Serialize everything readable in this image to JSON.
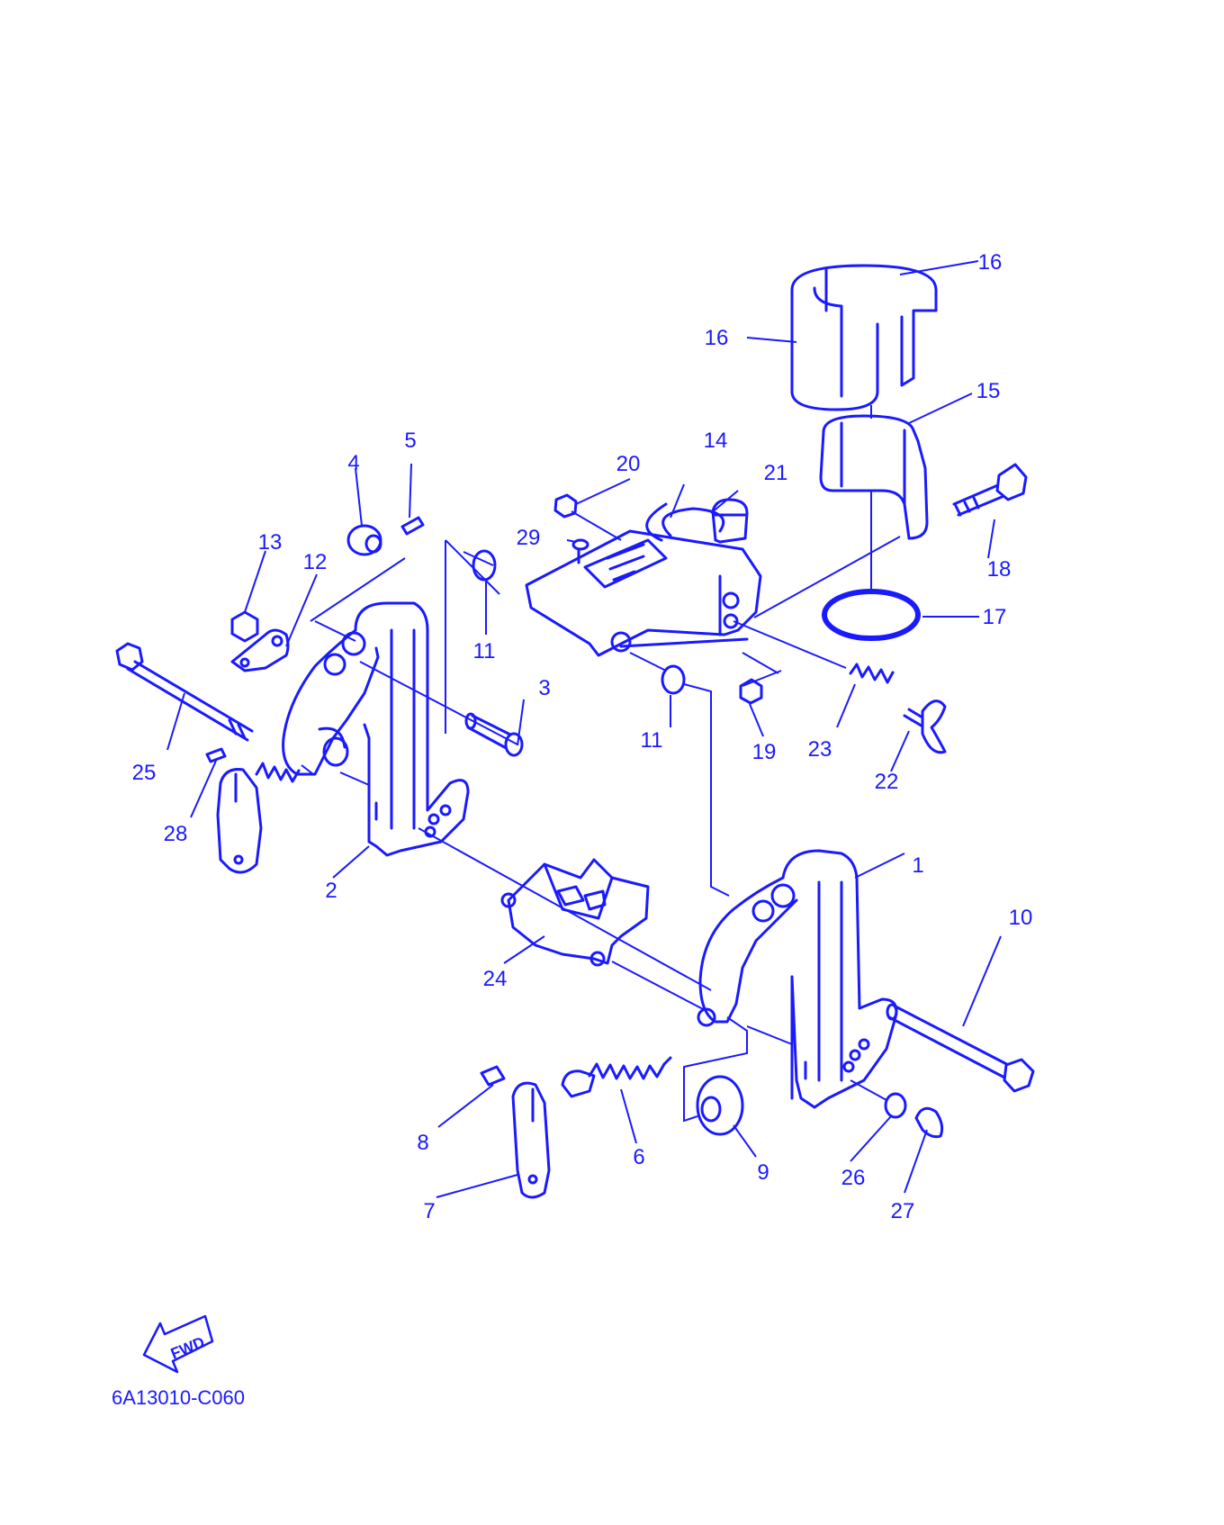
{
  "diagram": {
    "part_numbers": {
      "p1": "1",
      "p2": "2",
      "p3": "3",
      "p4": "4",
      "p5": "5",
      "p6": "6",
      "p7": "7",
      "p8": "8",
      "p9": "9",
      "p10": "10",
      "p11a": "11",
      "p11b": "11",
      "p12": "12",
      "p13": "13",
      "p14": "14",
      "p15": "15",
      "p16a": "16",
      "p16b": "16",
      "p17": "17",
      "p18": "18",
      "p19": "19",
      "p20": "20",
      "p21": "21",
      "p22": "22",
      "p23": "23",
      "p24": "24",
      "p25": "25",
      "p26": "26",
      "p27": "27",
      "p28": "28",
      "p29": "29"
    },
    "fwd_label": "FWD",
    "drawing_code": "6A13010-C060",
    "line_color": "#1a1aff",
    "background": "#ffffff"
  }
}
